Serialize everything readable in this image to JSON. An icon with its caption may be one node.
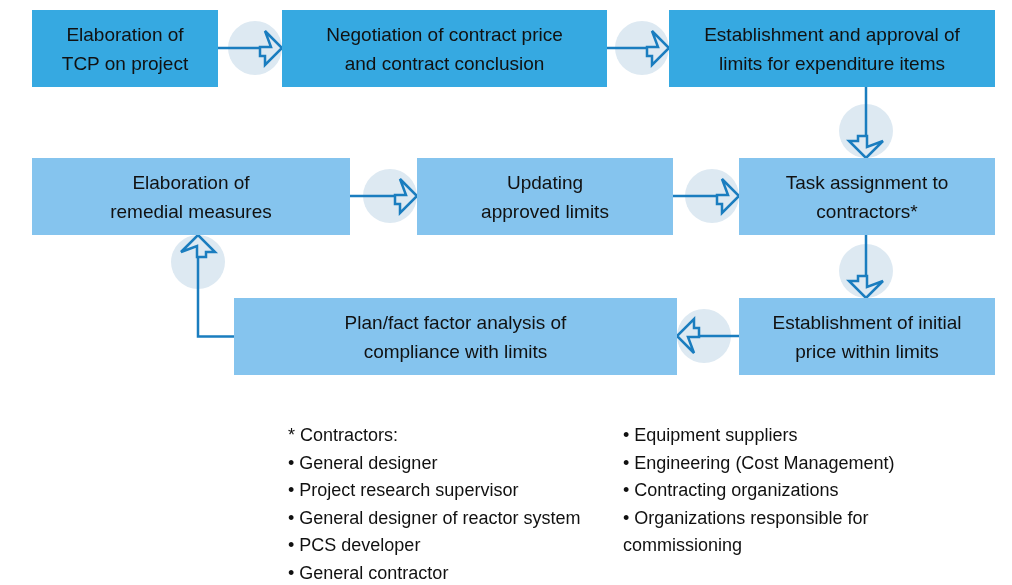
{
  "diagram": {
    "nodes": [
      {
        "text": [
          "Elaboration of TCP on project"
        ]
      },
      {
        "text": [
          "Negotiation of contract price and contract conclusion"
        ]
      },
      {
        "text": [
          "Establishment and approval of limits for expenditure items"
        ]
      },
      {
        "text": [
          "Elaboration of remedial measures"
        ]
      },
      {
        "text": [
          "Updating approved limits"
        ]
      },
      {
        "text": [
          "Task assignment to contractors*"
        ]
      },
      {
        "text": [
          "Establishment of initial price within limits"
        ]
      },
      {
        "text": [
          "Plan/fact factor analysis of compliance with limits"
        ]
      }
    ],
    "edges": [
      {
        "from": 0,
        "to": 1,
        "arrow": "to"
      },
      {
        "from": 1,
        "to": 2,
        "arrow": "to"
      },
      {
        "from": 2,
        "to": 5,
        "arrow": "to"
      },
      {
        "from": 5,
        "to": 6,
        "arrow": "to"
      },
      {
        "from": 6,
        "to": 7,
        "arrow": "to"
      },
      {
        "from": 7,
        "to": 3,
        "arrow": "to"
      },
      {
        "from": 3,
        "to": 4,
        "arrow": "to"
      },
      {
        "from": 4,
        "to": 5,
        "arrow": "to"
      }
    ],
    "labels": [
      "* Contractors:",
      "• General designer",
      "• Project research supervisor",
      "• General designer of reactor system",
      "• PCS developer",
      "• General contractor",
      "• Equipment suppliers",
      "• Engineering (Cost Management)",
      "• Contracting organizations",
      "• Organizations responsible for commissioning"
    ]
  }
}
